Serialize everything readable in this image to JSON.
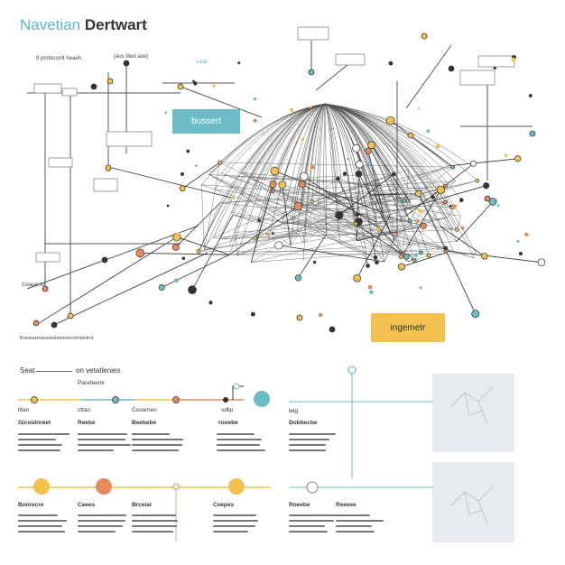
{
  "title": {
    "part1": "Navetian",
    "part2": "Dertwart"
  },
  "diagram": {
    "top_label_left": "8 protecomt heaeh",
    "top_label_mid": "(aus bled aoe)",
    "small_label_top": "Lear",
    "left_label": "Ceacel tor",
    "bottom_rule_text": "Bxxxeeernxxxeectrmmnecctrmentrot",
    "teal_box": "bussert",
    "yellow_box": "ingemetr"
  },
  "lower": {
    "section_title_left": "Seat",
    "section_title_right": "on vetatlenies",
    "sub_label": "Parefeenk",
    "timeline1": [
      {
        "head": "lttan",
        "title": "Gicoolnreet"
      },
      {
        "head": "cttan",
        "title": "Reebe"
      },
      {
        "head": "Ccoomen",
        "title": "Beebebe"
      },
      {
        "head": "sdlip",
        "title": "rooebe"
      }
    ],
    "right_col": {
      "head": "lelg",
      "title": "Dobbecbe"
    },
    "timeline2": [
      {
        "title": "Boorecre"
      },
      {
        "title": "Ceees"
      },
      {
        "title": "Brceiar"
      },
      {
        "title": "Ceepes"
      },
      {
        "title": "Roeebe"
      },
      {
        "title": "Reeeee"
      }
    ]
  },
  "colors": {
    "teal": "#6bbcc6",
    "yellow": "#f2c14e",
    "orange": "#e58a5c",
    "dark": "#333333"
  }
}
